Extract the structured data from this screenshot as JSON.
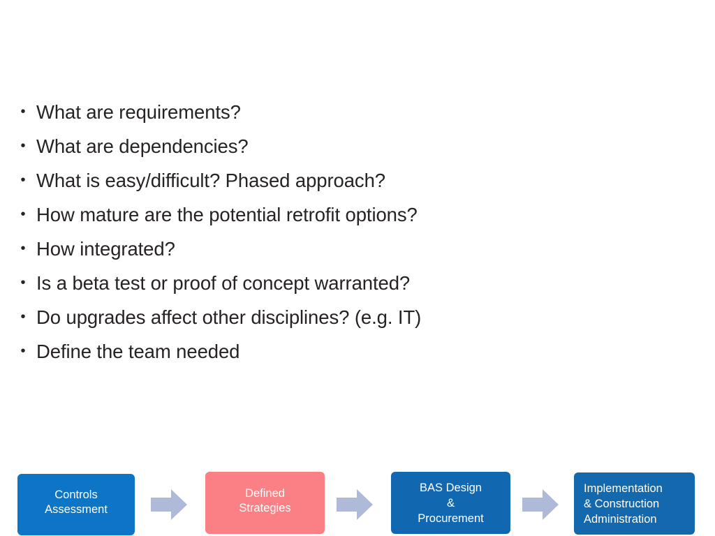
{
  "slide": {
    "background_color": "#ffffff",
    "bullet_marker": "•",
    "text_color": "#262322",
    "bullets": [
      {
        "text": "What are requirements?"
      },
      {
        "text": "What are dependencies?"
      },
      {
        "text": "What is easy/difficult? Phased approach?"
      },
      {
        "text": "How mature are the potential retrofit options?"
      },
      {
        "text": "How integrated?"
      },
      {
        "text": "Is a beta test or proof of concept warranted?"
      },
      {
        "text": "Do upgrades affect other disciplines? (e.g. IT)"
      },
      {
        "text": "Define the team needed"
      }
    ]
  },
  "process_flow": {
    "arrow_color": "#AFBAD8",
    "steps": [
      {
        "name": "controls-assessment",
        "color": "#0C75C6",
        "text_color": "#ffffff",
        "lines": [
          "Controls",
          "Assessment"
        ]
      },
      {
        "name": "defined-strategies",
        "color": "#FB8086",
        "text_color": "#ffffff",
        "lines": [
          "Defined",
          "Strategies"
        ]
      },
      {
        "name": "bas-design-and-procurement",
        "color": "#1268B0",
        "text_color": "#ffffff",
        "lines": [
          "BAS Design",
          "&",
          "Procurement"
        ]
      },
      {
        "name": "implementation-and-construction-administration",
        "color": "#1368AE",
        "text_color": "#ffffff",
        "lines": [
          "Implementation",
          "& Construction",
          "Administration"
        ]
      }
    ],
    "arrows": [
      {
        "name": "flow-arrow-1"
      },
      {
        "name": "flow-arrow-2"
      },
      {
        "name": "flow-arrow-3"
      }
    ]
  }
}
